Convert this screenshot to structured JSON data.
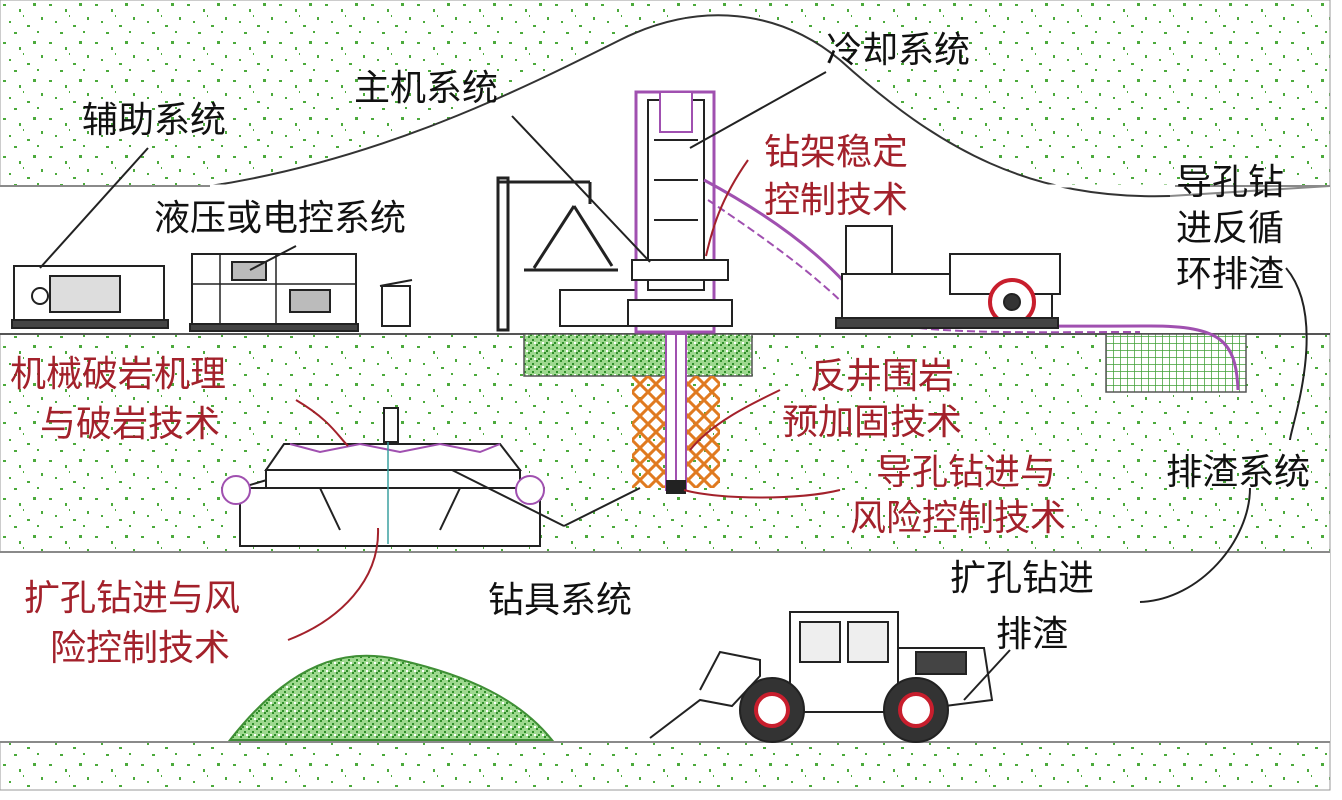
{
  "colors": {
    "black_label": "#111111",
    "red_label": "#a3212b",
    "speckle_green": "#4caa3c",
    "equipment_purple": "#a050b0",
    "casing_orange": "#e07a20"
  },
  "labels": {
    "cooling_system": "冷却系统",
    "main_machine_system": "主机系统",
    "auxiliary_system": "辅助系统",
    "hydraulic_electric_system": "液压或电控系统",
    "rig_stability_control_l1": "钻架稳定",
    "rig_stability_control_l2": "控制技术",
    "pilot_reverse_circulation_l1": "导孔钻",
    "pilot_reverse_circulation_l2": "进反循",
    "pilot_reverse_circulation_l3": "环排渣",
    "rock_breaking_mechanism_l1": "机械破岩机理",
    "rock_breaking_mechanism_l2": "与破岩技术",
    "raise_wall_prereinforcement_l1": "反井围岩",
    "raise_wall_prereinforcement_l2": "预加固技术",
    "pilot_drilling_risk_l1": "导孔钻进与",
    "pilot_drilling_risk_l2": "风险控制技术",
    "slag_discharge_system": "排渣系统",
    "reaming_risk_l1": "扩孔钻进与风",
    "reaming_risk_l2": "险控制技术",
    "drill_tool_system": "钻具系统",
    "reaming_slag_l1": "扩孔钻进",
    "reaming_slag_l2": "排渣"
  }
}
